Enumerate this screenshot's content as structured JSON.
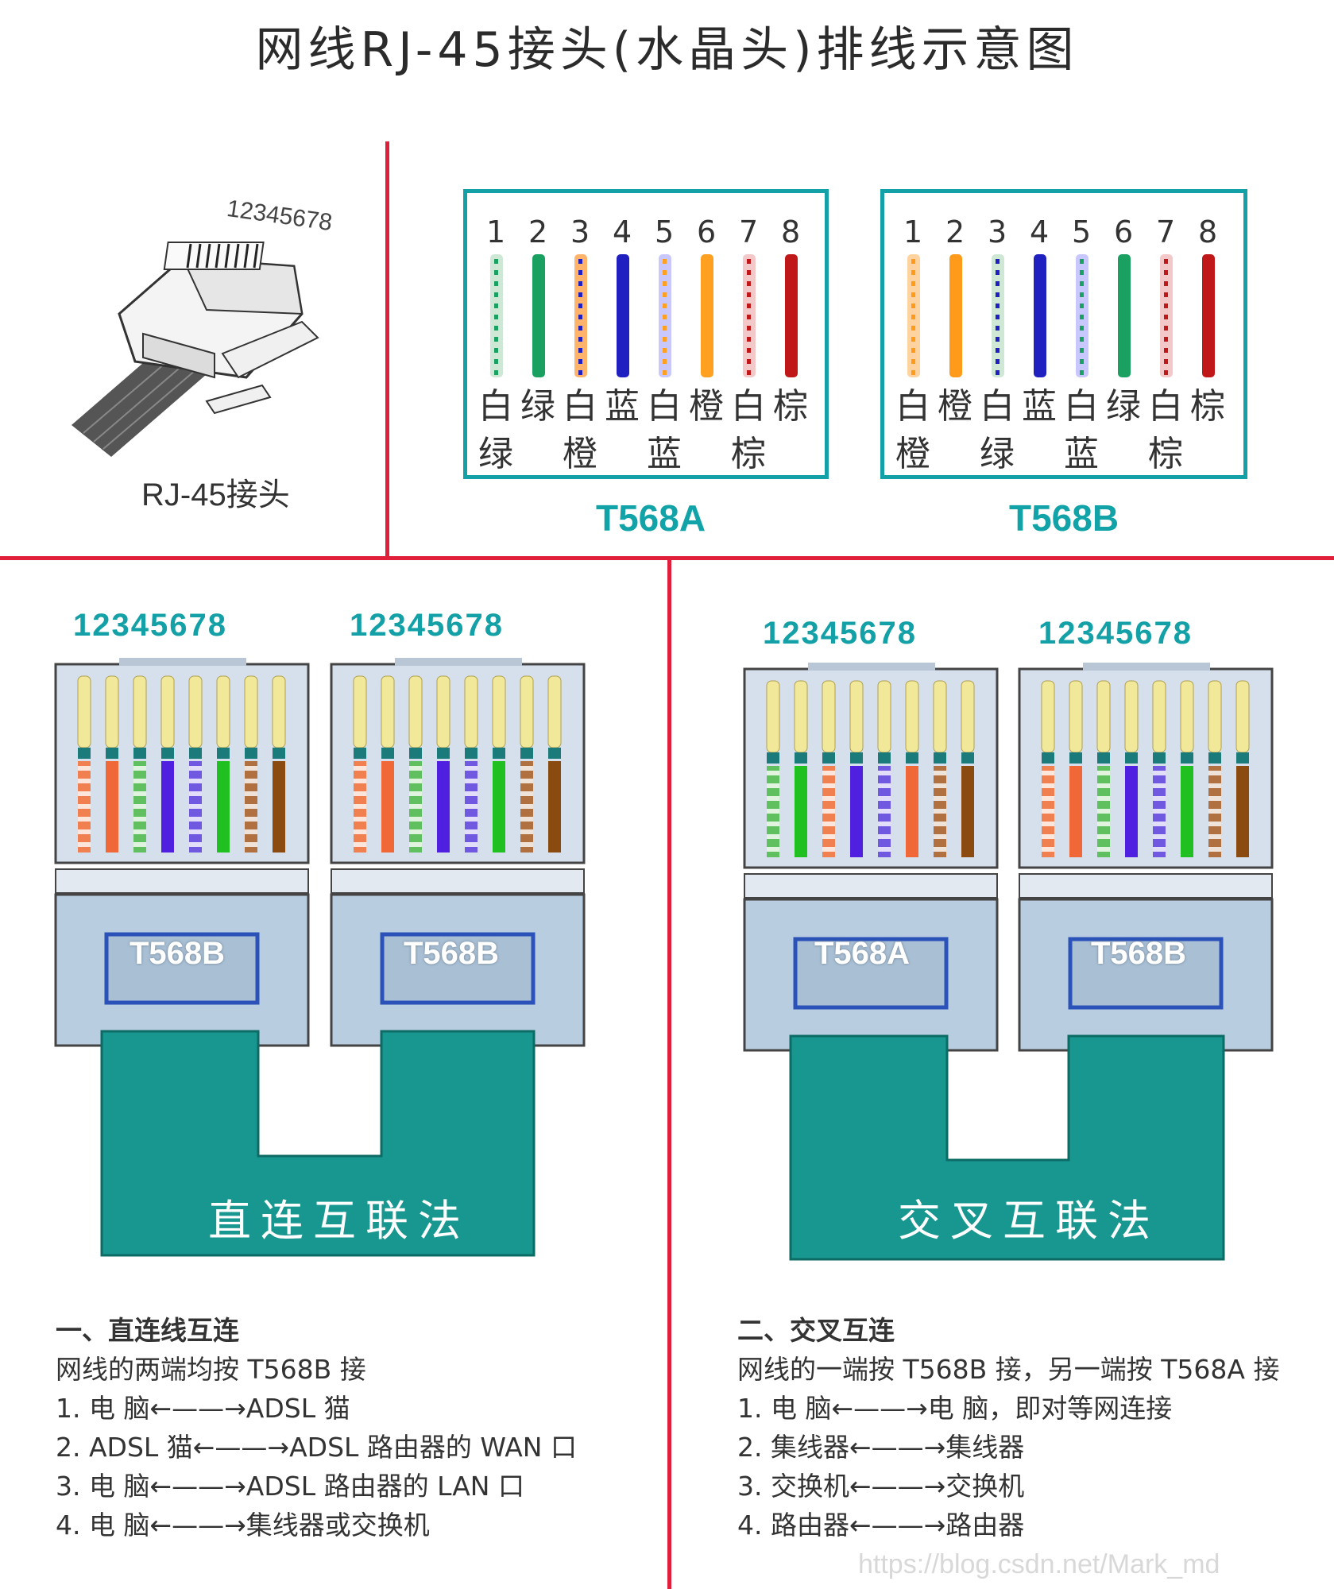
{
  "title": "网线RJ-45接头(水晶头)排线示意图",
  "connector": {
    "label": "RJ-45接头",
    "pin_numbers": "12345678"
  },
  "standards": [
    {
      "name": "T568A",
      "pins": [
        "1",
        "2",
        "3",
        "4",
        "5",
        "6",
        "7",
        "8"
      ],
      "names_top": [
        "白",
        "绿",
        "白",
        "蓝",
        "白",
        "橙",
        "白",
        "棕"
      ],
      "names_bottom": [
        "绿",
        "",
        "橙",
        "",
        "蓝",
        "",
        "棕",
        ""
      ],
      "wire_colors": [
        "#cfe8d6",
        "#1aa060",
        "#ffb36b",
        "#2020c0",
        "#c8c8ff",
        "#ffa020",
        "#f3c8c8",
        "#c01818"
      ],
      "wire_stripes": [
        true,
        false,
        true,
        false,
        true,
        false,
        true,
        false
      ]
    },
    {
      "name": "T568B",
      "pins": [
        "1",
        "2",
        "3",
        "4",
        "5",
        "6",
        "7",
        "8"
      ],
      "names_top": [
        "白",
        "橙",
        "白",
        "蓝",
        "白",
        "绿",
        "白",
        "棕"
      ],
      "names_bottom": [
        "橙",
        "",
        "绿",
        "",
        "蓝",
        "",
        "棕",
        ""
      ],
      "wire_colors": [
        "#ffd3a0",
        "#ff9a1a",
        "#cfe8d6",
        "#2020c0",
        "#c8c8ff",
        "#1aa060",
        "#f3c8c8",
        "#c01818"
      ],
      "wire_stripes": [
        true,
        false,
        true,
        false,
        true,
        false,
        true,
        false
      ]
    }
  ],
  "plugs": {
    "digits": "12345678",
    "straight": {
      "left": "T568B",
      "right": "T568B",
      "method": "直连互联法"
    },
    "cross": {
      "left": "T568A",
      "right": "T568B",
      "method": "交叉互联法"
    }
  },
  "notes": {
    "straight": {
      "heading": "一、直连线互连",
      "desc": "网线的两端均按 T568B 接",
      "items": [
        "1.  电   脑←——→ADSL 猫",
        "2.  ADSL 猫←——→ADSL 路由器的 WAN 口",
        "3.  电   脑←——→ADSL 路由器的 LAN 口",
        "4.  电   脑←——→集线器或交换机"
      ]
    },
    "cross": {
      "heading": "二、交叉互连",
      "desc": "网线的一端按 T568B 接，另一端按 T568A 接",
      "items": [
        "1.  电   脑←——→电   脑，即对等网连接",
        "2.  集线器←——→集线器",
        "3.  交换机←——→交换机",
        "4.  路由器←——→路由器"
      ]
    }
  },
  "watermark": "https://blog.csdn.net/Mark_md",
  "colors": {
    "teal": "#13a0a6",
    "red_divider": "#e0203a",
    "plug_body": "#b9cde0",
    "cable": "#17978f",
    "label_box": "#2a52b8"
  }
}
